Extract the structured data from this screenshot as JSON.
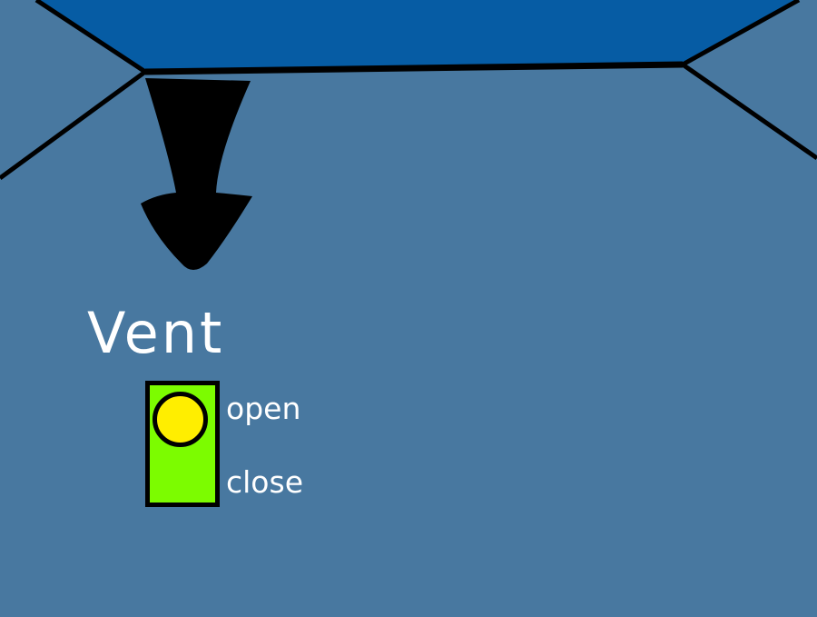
{
  "vent": {
    "title": "Vent",
    "state": "open",
    "options": {
      "open_label": "open",
      "close_label": "close"
    }
  },
  "colors": {
    "background": "#4878a0",
    "duct_top": "#065ca4",
    "outline": "#000000",
    "text": "#ffffff",
    "switch_track": "#7cfc00",
    "switch_knob": "#ffee00"
  },
  "icons": {
    "airflow": "airflow-arrow-icon"
  }
}
